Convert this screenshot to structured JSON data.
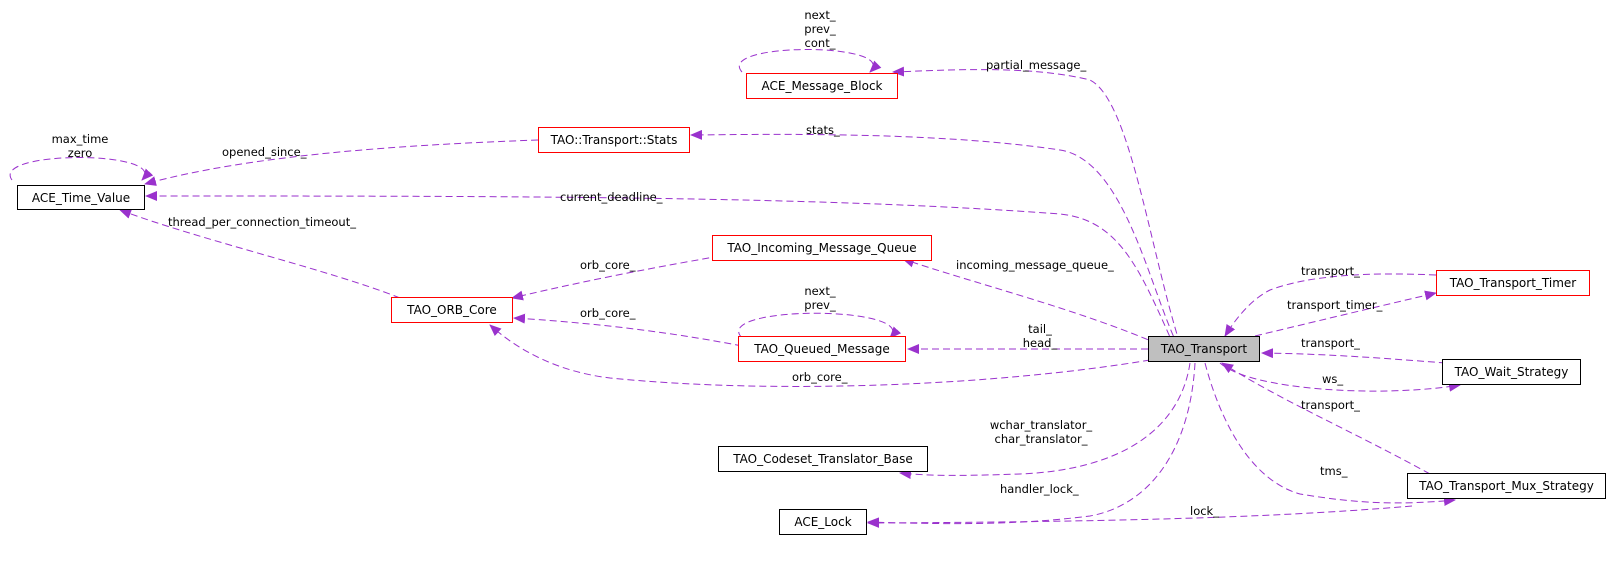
{
  "nodes": {
    "ace_message_block": "ACE_Message_Block",
    "tao_transport_stats": "TAO::Transport::Stats",
    "ace_time_value": "ACE_Time_Value",
    "tao_incoming_message_queue": "TAO_Incoming_Message_Queue",
    "tao_orb_core": "TAO_ORB_Core",
    "tao_queued_message": "TAO_Queued_Message",
    "tao_transport": "TAO_Transport",
    "tao_transport_timer": "TAO_Transport_Timer",
    "tao_wait_strategy": "TAO_Wait_Strategy",
    "tao_codeset_translator_base": "TAO_Codeset_Translator_Base",
    "tao_transport_mux_strategy": "TAO_Transport_Mux_Strategy",
    "ace_lock": "ACE_Lock"
  },
  "edges": {
    "amb_self_1": "next_",
    "amb_self_2": "prev_",
    "amb_self_3": "cont_",
    "atv_self_1": "max_time",
    "atv_self_2": "zero",
    "partial_message": "partial_message_",
    "stats": "stats_",
    "opened_since": "opened_since_",
    "current_deadline": "current_deadline_",
    "thread_timeout": "thread_per_connection_timeout_",
    "imq_orb_core": "orb_core_",
    "incoming_queue": "incoming_message_queue_",
    "qm_self_1": "next_",
    "qm_self_2": "prev_",
    "qm_orb_core": "orb_core_",
    "tail": "tail_",
    "head": "head_",
    "transport_orb_core": "orb_core_",
    "timer_transport": "transport_",
    "transport_timer": "transport_timer_",
    "wait_transport": "transport_",
    "ws": "ws_",
    "mux_transport": "transport_",
    "wchar_translator": "wchar_translator_",
    "char_translator": "char_translator_",
    "tms": "tms_",
    "handler_lock": "handler_lock_",
    "lock": "lock_"
  },
  "colors": {
    "edge": "#9a32cd",
    "focus_fill": "#bfbfbf",
    "red_border": "#ff0000",
    "black_border": "#000000"
  }
}
